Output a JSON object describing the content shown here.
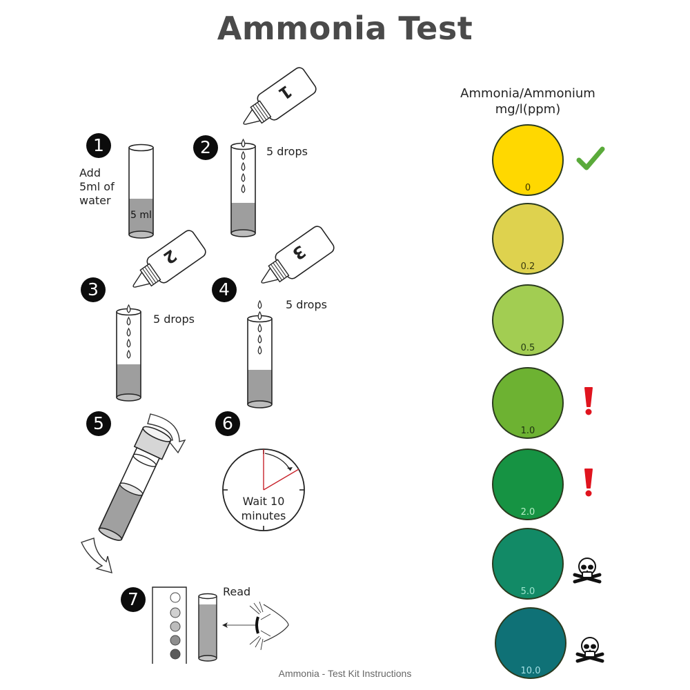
{
  "title": "Ammonia  Test",
  "caption": "Ammonia - Test Kit Instructions",
  "steps": [
    {
      "number": "1",
      "text_lines": [
        "Add",
        "5ml of",
        "water"
      ],
      "tube_label": "5 ml"
    },
    {
      "number": "2",
      "bottle_label": "1",
      "drops_label": "5 drops"
    },
    {
      "number": "3",
      "bottle_label": "2",
      "drops_label": "5 drops"
    },
    {
      "number": "4",
      "bottle_label": "3",
      "drops_label": "5 drops"
    },
    {
      "number": "5",
      "action": "shake"
    },
    {
      "number": "6",
      "timer_lines": [
        "Wait 10",
        "minutes"
      ]
    },
    {
      "number": "7",
      "read_label": "Read"
    }
  ],
  "color_chart": {
    "heading_line1": "Ammonia/Ammonium",
    "heading_line2": "mg/l(ppm)",
    "levels": [
      {
        "value": "0",
        "color": "#ffd800",
        "text_color": "#3a3000",
        "indicator": "check-icon"
      },
      {
        "value": "0.2",
        "color": "#ded24e",
        "text_color": "#3a3a10",
        "indicator": ""
      },
      {
        "value": "0.5",
        "color": "#a2cd52",
        "text_color": "#233a12",
        "indicator": ""
      },
      {
        "value": "1.0",
        "color": "#6db232",
        "text_color": "#1d3010",
        "indicator": "exclamation-icon"
      },
      {
        "value": "2.0",
        "color": "#169343",
        "text_color": "#b8f0c8",
        "indicator": "exclamation-icon"
      },
      {
        "value": "5.0",
        "color": "#128a66",
        "text_color": "#9fe6cf",
        "indicator": "skull-icon"
      },
      {
        "value": "10.0",
        "color": "#0f7176",
        "text_color": "#a6e2e6",
        "indicator": "skull-icon"
      }
    ],
    "indicator_colors": {
      "check": "#5aaa3a",
      "exclamation": "#e0141e",
      "skull": "#111111"
    }
  }
}
